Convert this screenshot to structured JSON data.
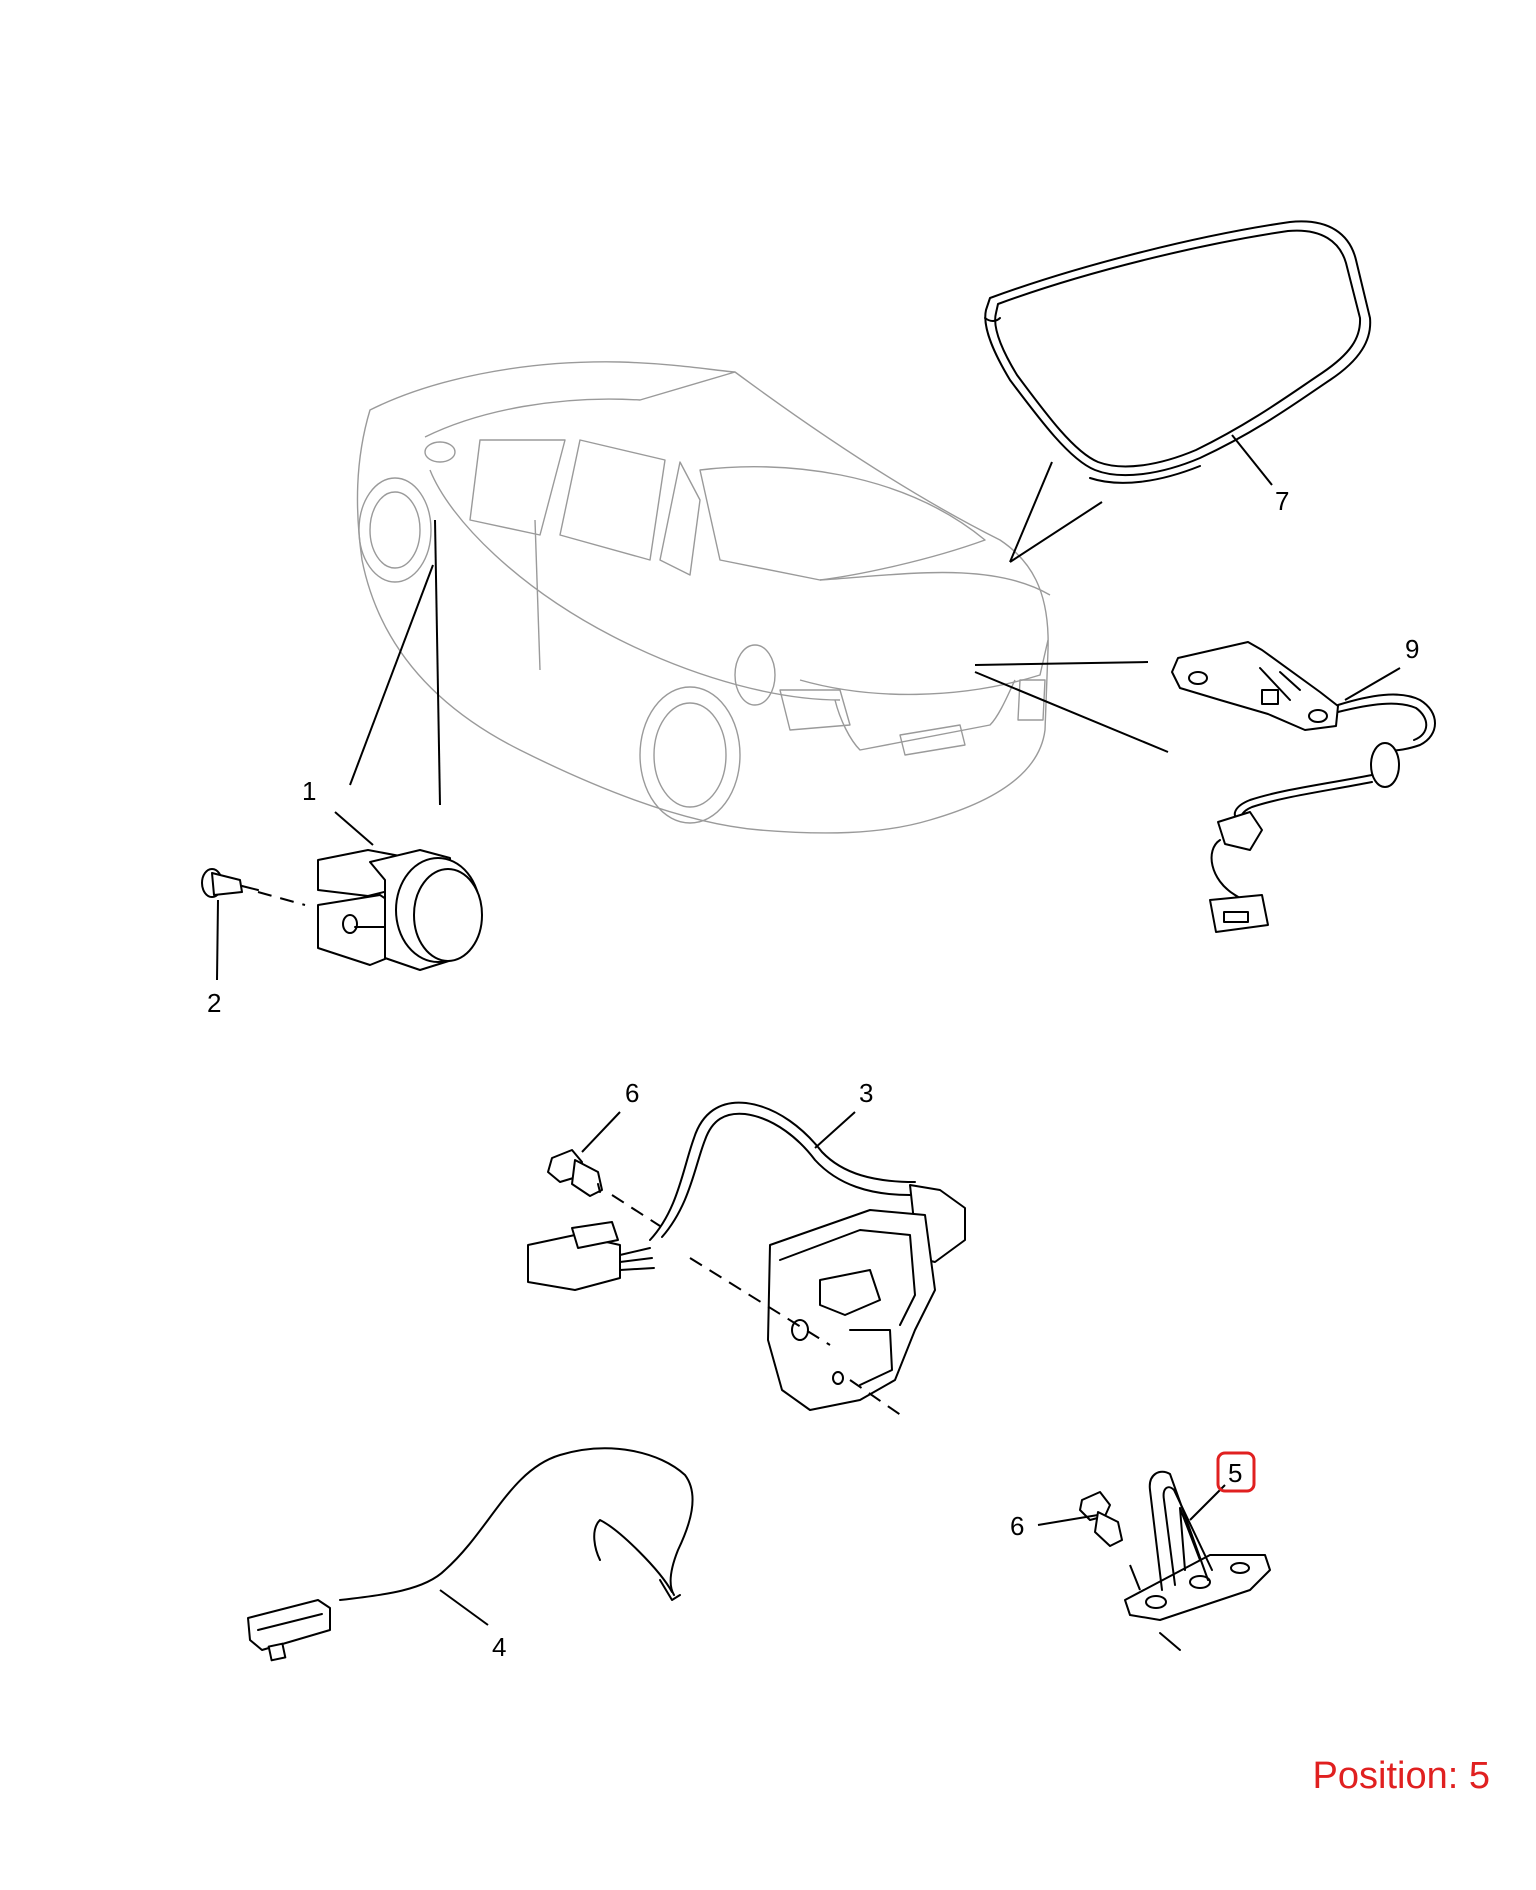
{
  "callouts": [
    {
      "id": "c1",
      "label": "1"
    },
    {
      "id": "c2",
      "label": "2"
    },
    {
      "id": "c3",
      "label": "3"
    },
    {
      "id": "c4",
      "label": "4"
    },
    {
      "id": "c5",
      "label": "5"
    },
    {
      "id": "c6a",
      "label": "6"
    },
    {
      "id": "c6b",
      "label": "6"
    },
    {
      "id": "c7",
      "label": "7"
    },
    {
      "id": "c9",
      "label": "9"
    }
  ],
  "highlighted_callout": "5",
  "highlight_color": "#e02020",
  "position_text": "Position: 5"
}
